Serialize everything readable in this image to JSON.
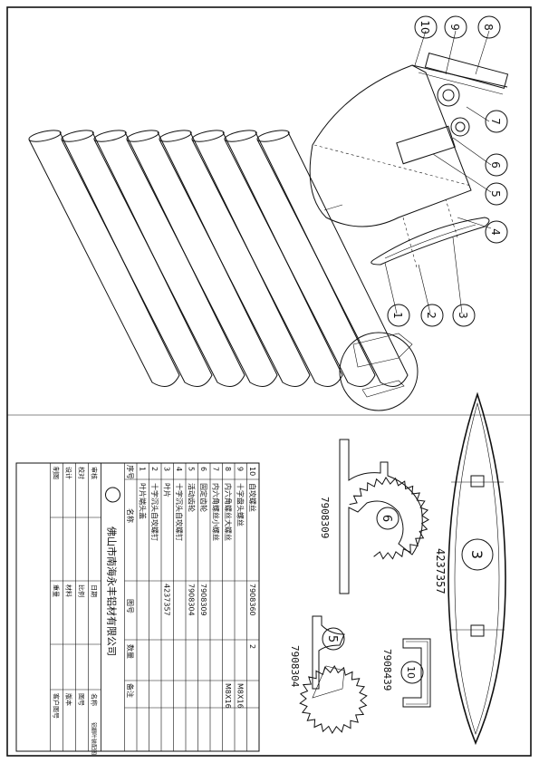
{
  "balloons": {
    "b1": "1",
    "b2": "2",
    "b3": "3",
    "b4": "4",
    "b5": "5",
    "b6": "6",
    "b7": "7",
    "b8": "8",
    "b9": "9",
    "b10": "10"
  },
  "profiles": {
    "p3": {
      "num": "3",
      "code": "4237357"
    },
    "p6": {
      "num": "6",
      "code": "7908309"
    },
    "p5": {
      "num": "5",
      "code": "7908304"
    },
    "p10": {
      "num": "10",
      "code": "7908439"
    }
  },
  "table": {
    "company": "佛山市南海永丰铝材有限公司",
    "header": {
      "no": "序号",
      "name": "名称",
      "code": "图号",
      "qty": "数量",
      "remark": "备注"
    },
    "rows": [
      {
        "no": "10",
        "name": "自攻螺丝",
        "code": "7908360",
        "qty": "2",
        "remark": ""
      },
      {
        "no": "9",
        "name": "十字盘头螺丝",
        "code": "",
        "qty": "",
        "remark": "M8X16"
      },
      {
        "no": "8",
        "name": "内六角螺丝大螺丝",
        "code": "",
        "qty": "",
        "remark": "M8X16"
      },
      {
        "no": "7",
        "name": "内六角螺丝小螺丝",
        "code": "",
        "qty": "",
        "remark": ""
      },
      {
        "no": "6",
        "name": "固定齿轮",
        "code": "7908309",
        "qty": "",
        "remark": ""
      },
      {
        "no": "5",
        "name": "活动齿轮",
        "code": "7908304",
        "qty": "",
        "remark": ""
      },
      {
        "no": "4",
        "name": "十字沉头自攻螺钉",
        "code": "",
        "qty": "",
        "remark": ""
      },
      {
        "no": "3",
        "name": "叶片",
        "code": "4237357",
        "qty": "",
        "remark": ""
      },
      {
        "no": "2",
        "name": "十字沉头自攻螺钉",
        "code": "",
        "qty": "",
        "remark": ""
      },
      {
        "no": "1",
        "name": "叶片端头盖",
        "code": "",
        "qty": "",
        "remark": ""
      }
    ],
    "sign": [
      "审核",
      "校对",
      "设计",
      "制图"
    ],
    "sign2": [
      "日期",
      "比例",
      "材料",
      "重量"
    ],
    "right": [
      "名称",
      "图号",
      "版本",
      "客户图号"
    ],
    "title": "铝翻叶装配图"
  }
}
